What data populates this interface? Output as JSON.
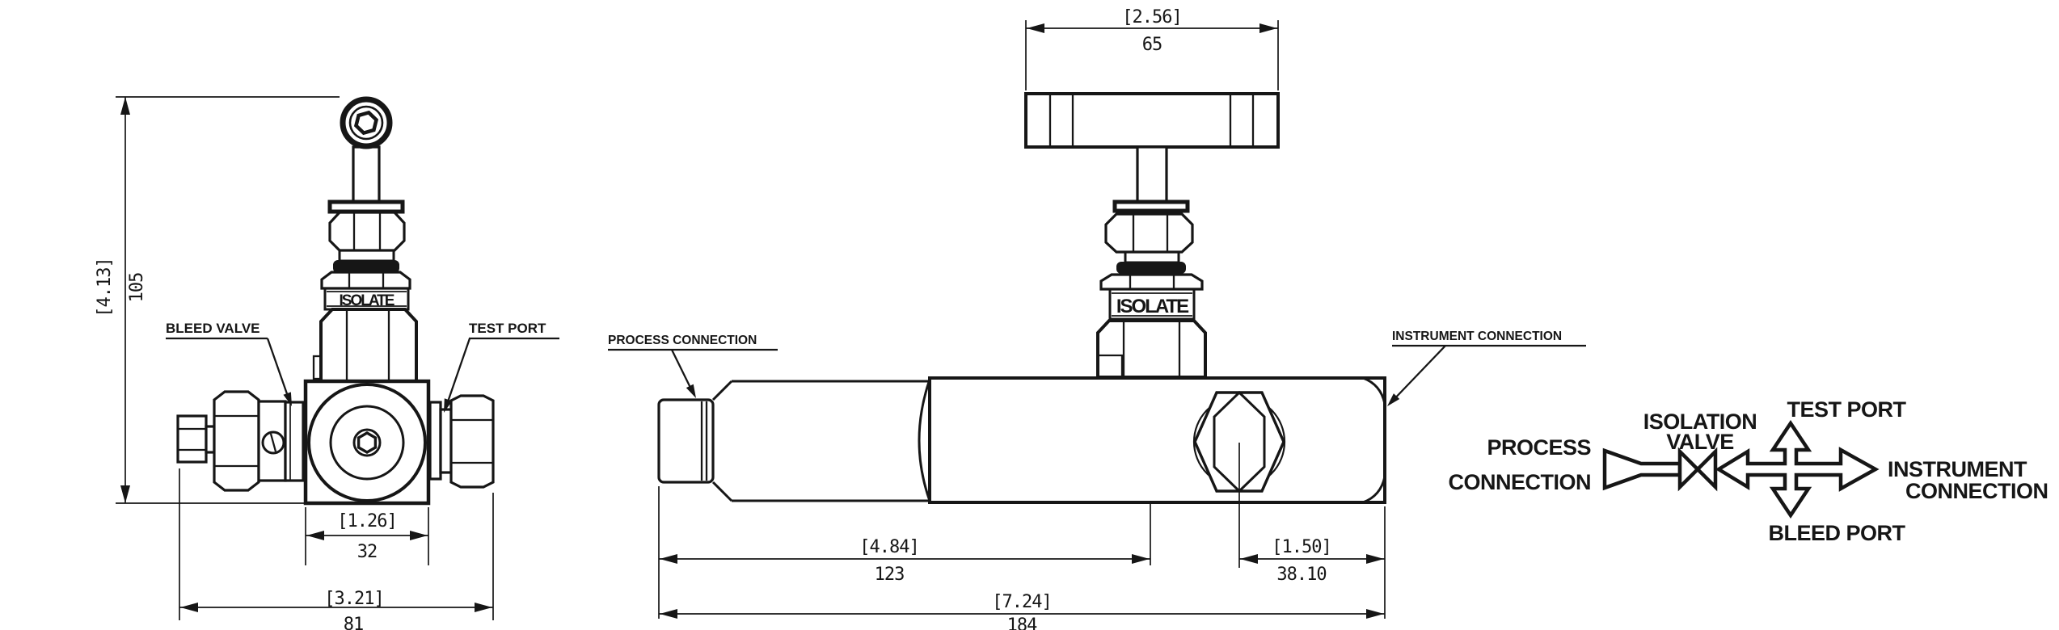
{
  "front_view": {
    "labels": {
      "bleed_valve": "BLEED VALVE",
      "test_port": "TEST PORT",
      "band_text": "ISOLATE"
    },
    "dims": {
      "height_in": "[4.13]",
      "height_mm": "105",
      "body_width_in": "[1.26]",
      "body_width_mm": "32",
      "overall_width_in": "[3.21]",
      "overall_width_mm": "81"
    }
  },
  "side_view": {
    "labels": {
      "process_connection": "PROCESS CONNECTION",
      "instrument_connection": "INSTRUMENT CONNECTION",
      "band_text": "ISOLATE"
    },
    "dims": {
      "handle_width_in": "[2.56]",
      "handle_width_mm": "65",
      "inlet_to_stem_in": "[4.84]",
      "inlet_to_stem_mm": "123",
      "port_to_outlet_in": "[1.50]",
      "port_to_outlet_mm": "38.10",
      "overall_length_in": "[7.24]",
      "overall_length_mm": "184"
    }
  },
  "schematic": {
    "labels": {
      "process_line1": "PROCESS",
      "process_line2": "CONNECTION",
      "isolation_line1": "ISOLATION",
      "isolation_line2": "VALVE",
      "test_port": "TEST PORT",
      "bleed_port": "BLEED PORT",
      "instrument_line1": "INSTRUMENT",
      "instrument_line2": "CONNECTION"
    }
  },
  "colors": {
    "line": "#161616",
    "background": "#ffffff"
  }
}
